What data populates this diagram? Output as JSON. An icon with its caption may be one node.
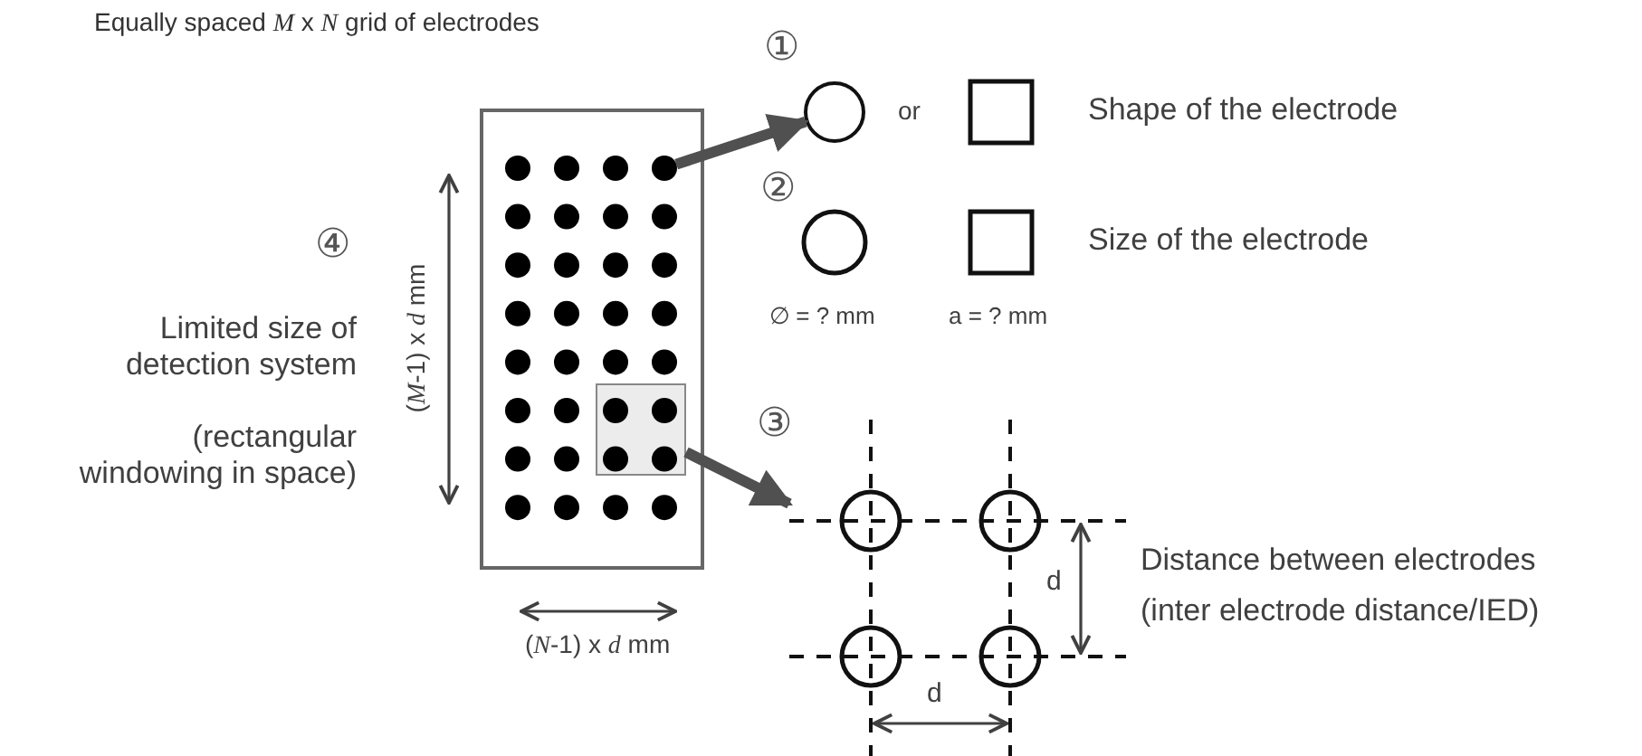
{
  "diagram": {
    "title": "Equally spaced *M* x *N* grid of electrodes",
    "nodes": [
      {
        "text": [],
        "shape": "box"
      },
      {
        "text": [],
        "shape": "circle",
        "in": 0
      },
      {
        "text": [],
        "shape": "box",
        "in": 0
      },
      {
        "text": [],
        "shape": "circle"
      },
      {
        "text": [],
        "shape": "picture"
      }
    ],
    "edges": [
      {
        "from": 1,
        "to": 3,
        "arrow": "to"
      },
      {
        "from": 2,
        "to": 4,
        "arrow": "to"
      }
    ],
    "labels": [
      "①",
      "or",
      "Shape of the electrode",
      "②",
      "Size of the electrode",
      "∅ = ? mm",
      "a = ? mm",
      "④",
      "(*M*-1) x *d*  mm",
      "Limited size of detection system",
      "(rectangular windowing in space)",
      "③",
      "d",
      "Distance between electrodes",
      "(inter electrode distance/IED)",
      "(*N*-1) x *d*  mm",
      "d"
    ]
  }
}
